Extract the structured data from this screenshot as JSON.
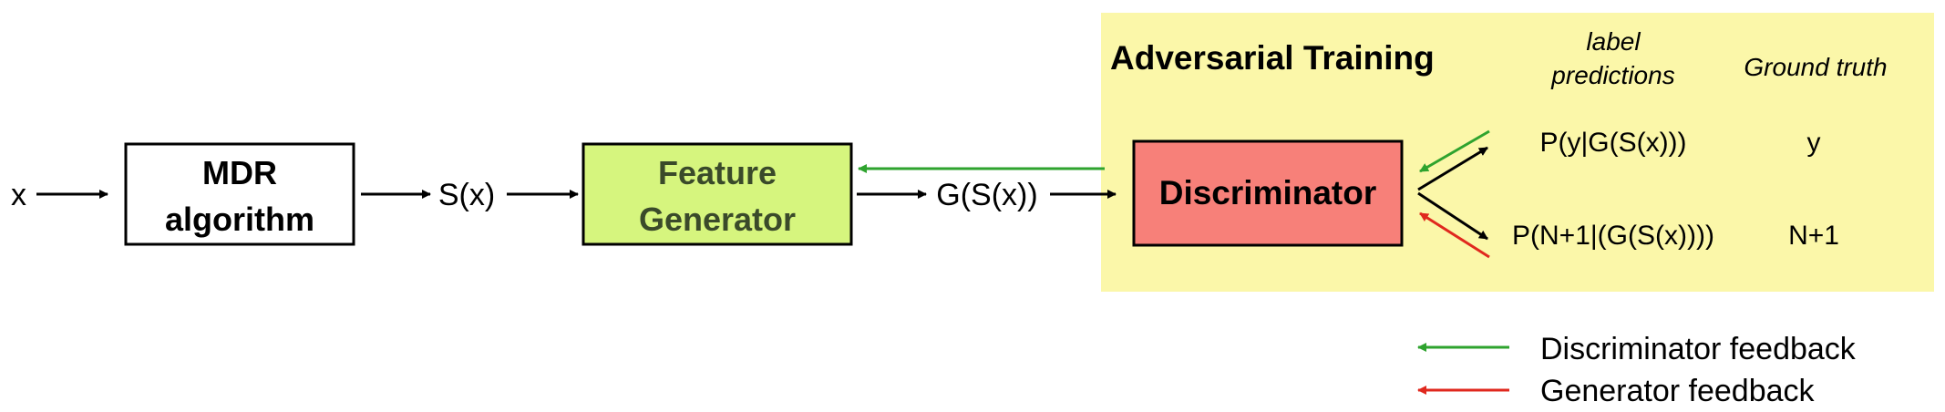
{
  "colors": {
    "panel": "#fbf7a9",
    "feature_box": "#d6f57e",
    "feature_text": "#3a4a2a",
    "discriminator_box": "#f78079",
    "green_arrow": "#2ea32e",
    "red_arrow": "#e0281e",
    "black": "#000000"
  },
  "input_label": "x",
  "mdr_box": {
    "line1": "MDR",
    "line2": "algorithm"
  },
  "sx_label": "S(x)",
  "feature_box": {
    "line1": "Feature",
    "line2": "Generator"
  },
  "gsx_label": "G(S(x))",
  "panel": {
    "title": "Adversarial Training",
    "col_predictions_line1": "label",
    "col_predictions_line2": "predictions",
    "col_ground_truth": "Ground truth"
  },
  "discriminator_box": {
    "label": "Discriminator"
  },
  "outputs": [
    {
      "prediction": "P(y|G(S(x)))",
      "truth": "y"
    },
    {
      "prediction": "P(N+1|(G(S(x))))",
      "truth": "N+1"
    }
  ],
  "legend": [
    {
      "label": "Discriminator feedback",
      "color": "#2ea32e"
    },
    {
      "label": "Generator feedback",
      "color": "#e0281e"
    }
  ]
}
